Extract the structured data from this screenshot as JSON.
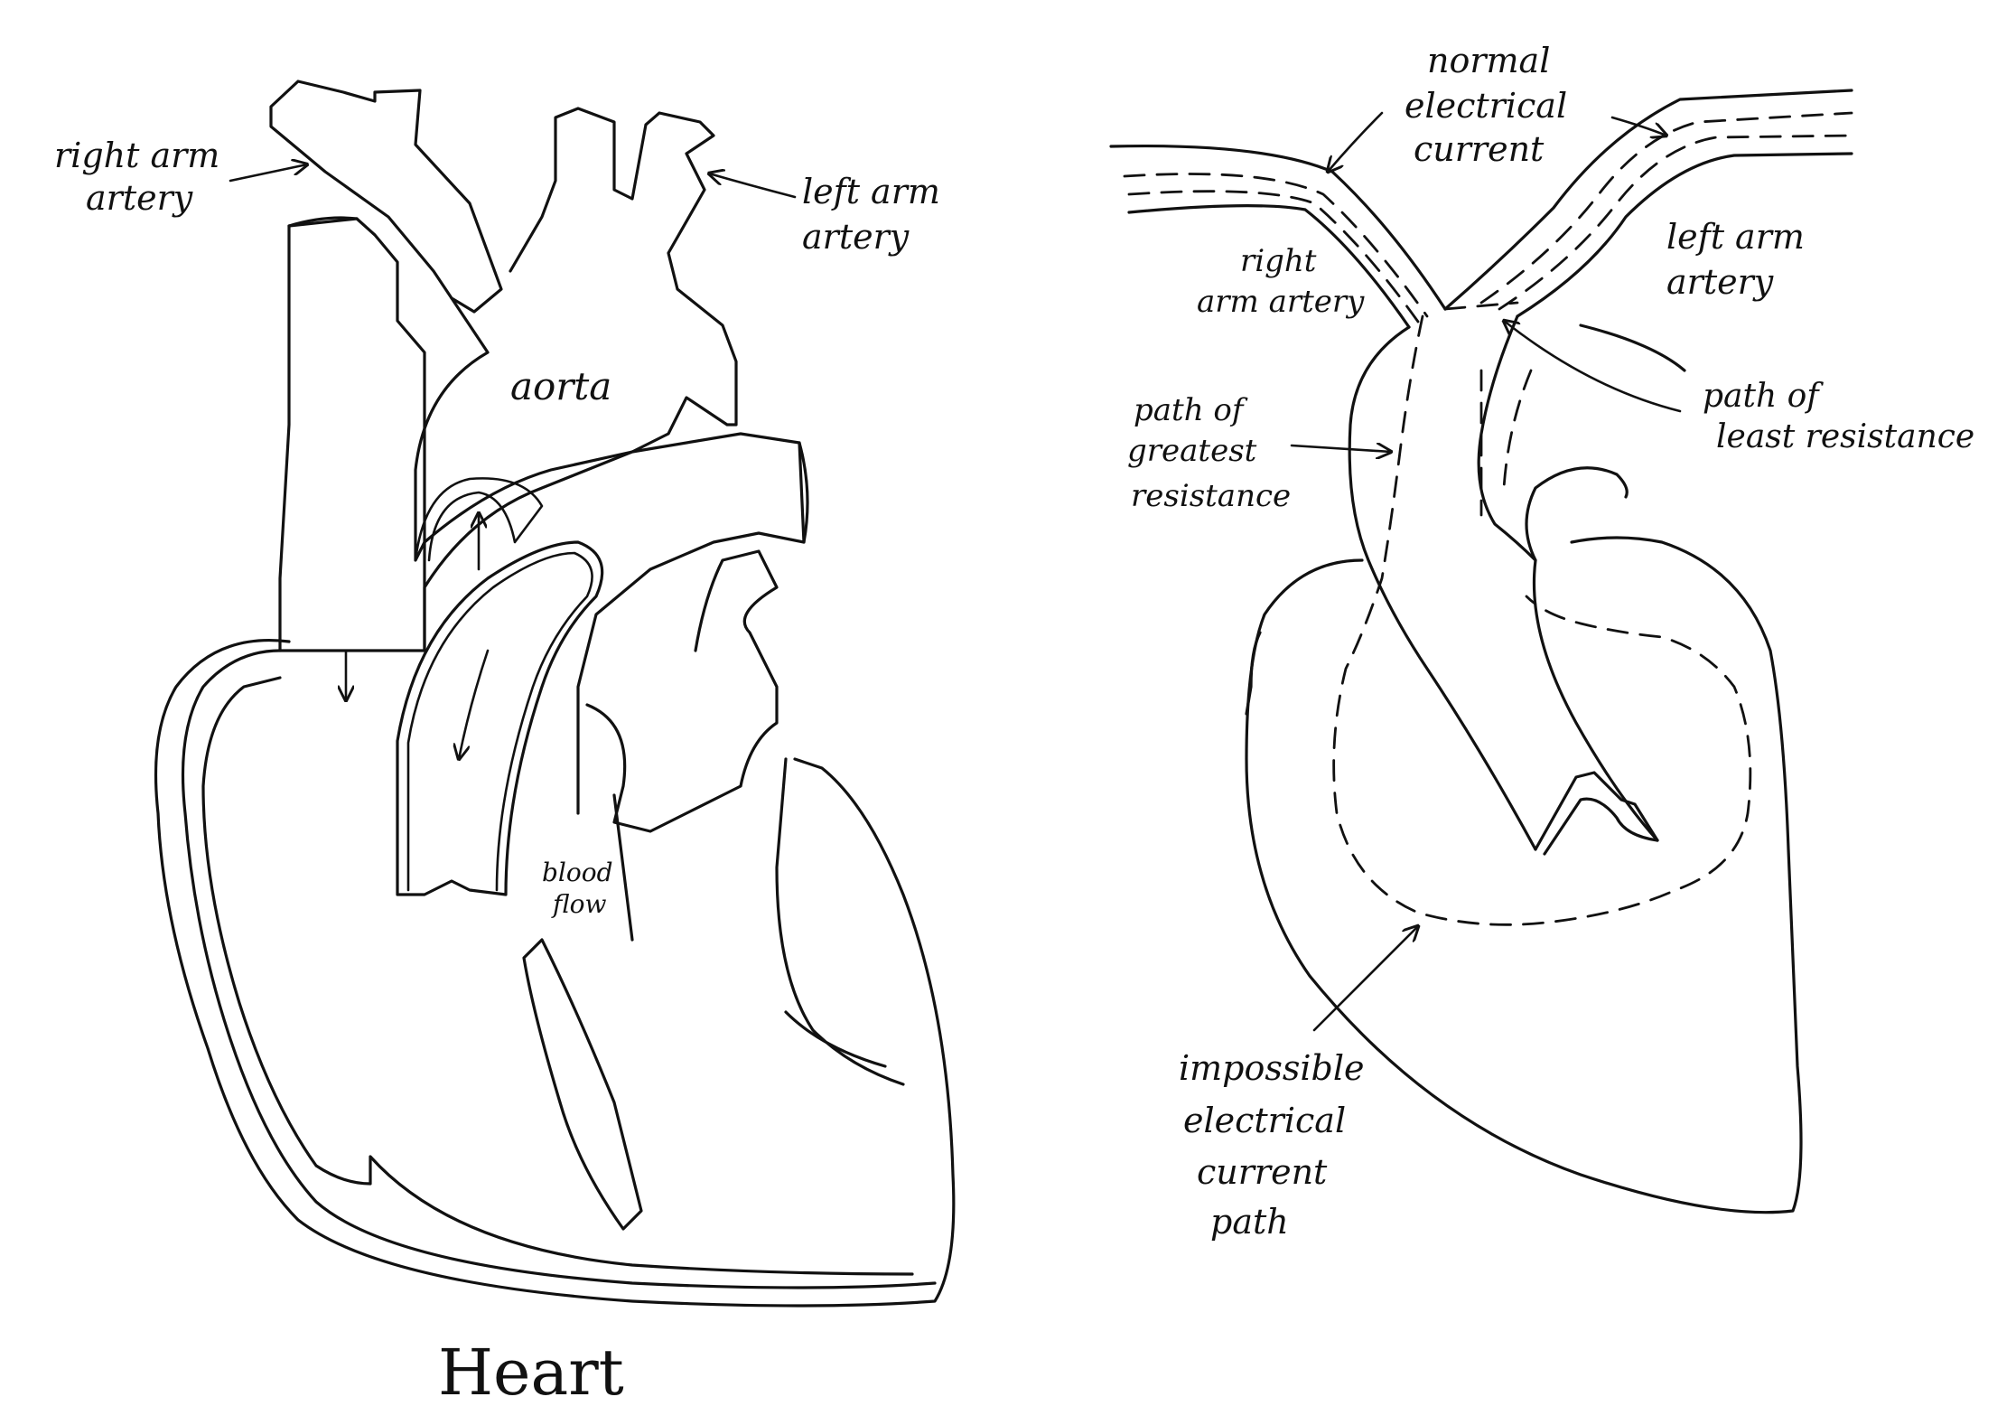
{
  "left_diagram": {
    "title": "Heart",
    "labels": {
      "right_arm_artery": [
        "right arm",
        "artery"
      ],
      "left_arm_artery": [
        "left arm",
        "artery"
      ],
      "aorta": "aorta",
      "blood_flow": [
        "blood",
        "flow"
      ]
    }
  },
  "right_diagram": {
    "labels": {
      "normal_current": [
        "normal",
        "electrical",
        "current"
      ],
      "right_arm_artery": [
        "right",
        "arm artery"
      ],
      "left_arm_artery": [
        "left arm",
        "artery"
      ],
      "path_greatest": [
        "path of",
        "greatest",
        "resistance"
      ],
      "path_least": [
        "path of",
        "least resistance"
      ],
      "impossible_path": [
        "impossible",
        "electrical",
        "current",
        "path"
      ]
    }
  }
}
